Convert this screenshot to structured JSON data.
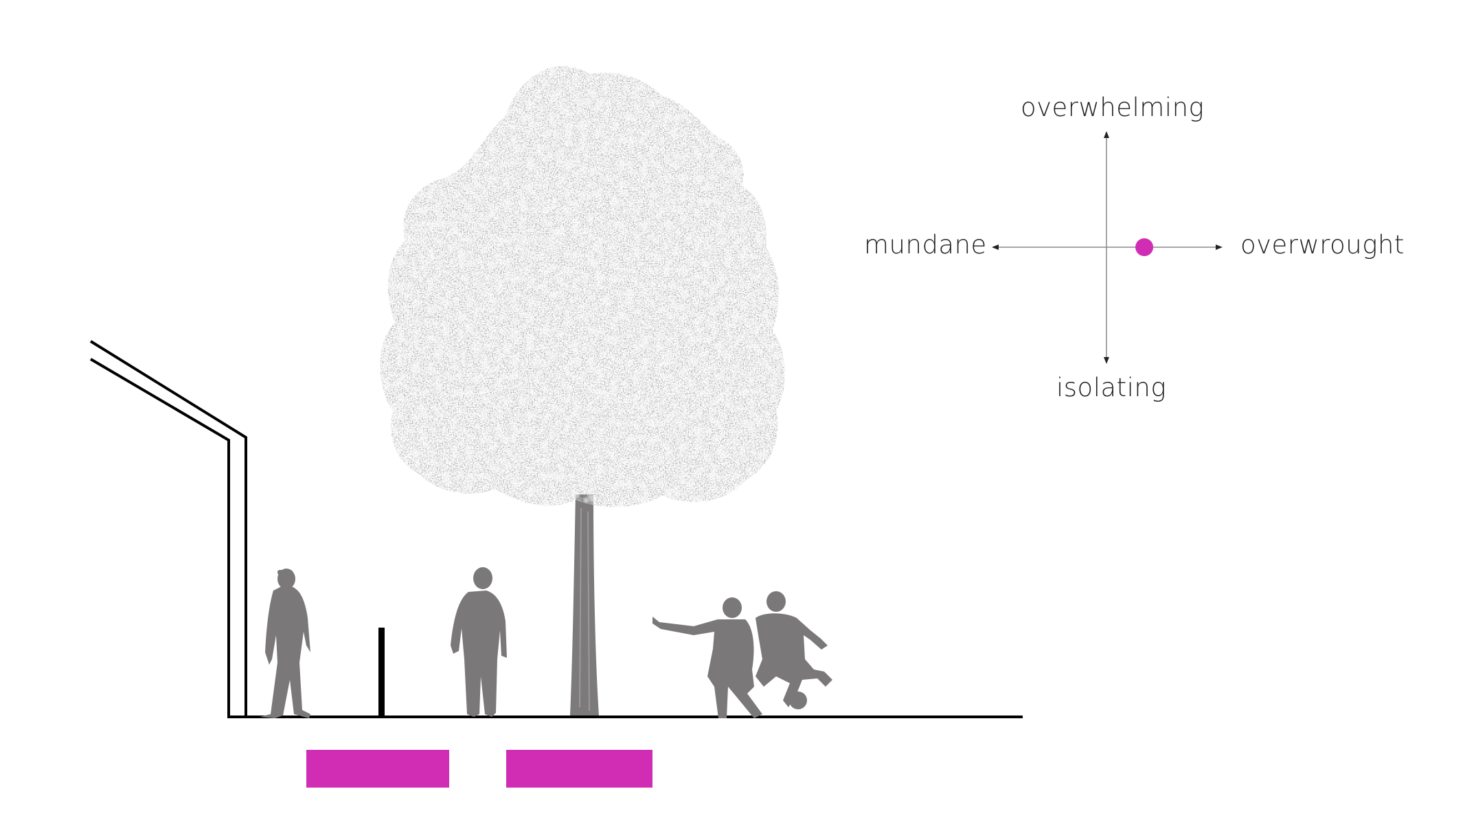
{
  "compass": {
    "top_label": "overwhelming",
    "bottom_label": "isolating",
    "left_label": "mundane",
    "right_label": "overwrought",
    "marker_color": "#d12db4",
    "horizontal_position": 0.34,
    "vertical_position": 0.0
  },
  "scene": {
    "figure_color": "#7a7878",
    "line_color": "#000000",
    "zone_color": "#d12db4",
    "elements": [
      "building-wall",
      "bollard",
      "tree",
      "pedestrian",
      "pedestrian",
      "soccer-players",
      "ground-line",
      "zone-bar",
      "zone-bar"
    ]
  }
}
